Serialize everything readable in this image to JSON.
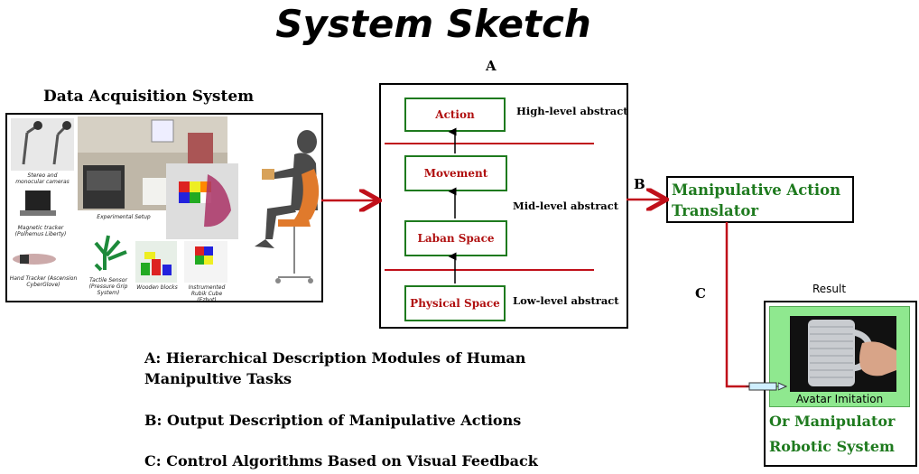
{
  "title": "System Sketch",
  "labels": {
    "a": "A",
    "b": "B",
    "c": "C",
    "result": "Result"
  },
  "data_acquisition": {
    "title": "Data Acquisition System",
    "captions": [
      "Stereo and monocular cameras",
      "Magnetic tracker (Polhemus Liberty)",
      "Hand Tracker (Ascension CyberGlove)",
      "Tactile Sensor (Pressure Grip System)",
      "Wooden blocks",
      "Instrumented Rubik Cube (Ezbot)",
      "Experimental Setup"
    ]
  },
  "hierarchy": {
    "modules": [
      "Action",
      "Movement",
      "Laban Space",
      "Physical Space"
    ],
    "levels": [
      "High-level abstract",
      "Mid-level abstract",
      "Low-level abstract"
    ]
  },
  "translator": {
    "line1": "Manipulative Action",
    "line2": "Translator"
  },
  "output": {
    "caption": "Avatar Imitation",
    "line1": "Or Manipulator",
    "line2": "Robotic System"
  },
  "legend": {
    "a_line1": "A: Hierarchical Description Modules of Human",
    "a_line2": "Manipultive Tasks",
    "b": "B: Output Description of Manipulative Actions",
    "c": "C: Control Algorithms Based on Visual Feedback"
  },
  "colors": {
    "red": "#c0101a",
    "green": "#1e7a1e",
    "panel_green": "#8fe88f"
  }
}
